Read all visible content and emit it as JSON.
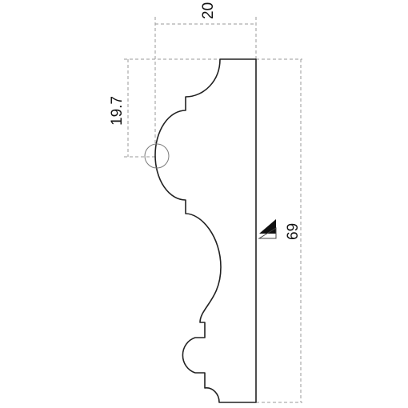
{
  "drawing": {
    "dimensions": {
      "width": "20",
      "projection": "19.7",
      "height": "69"
    }
  }
}
